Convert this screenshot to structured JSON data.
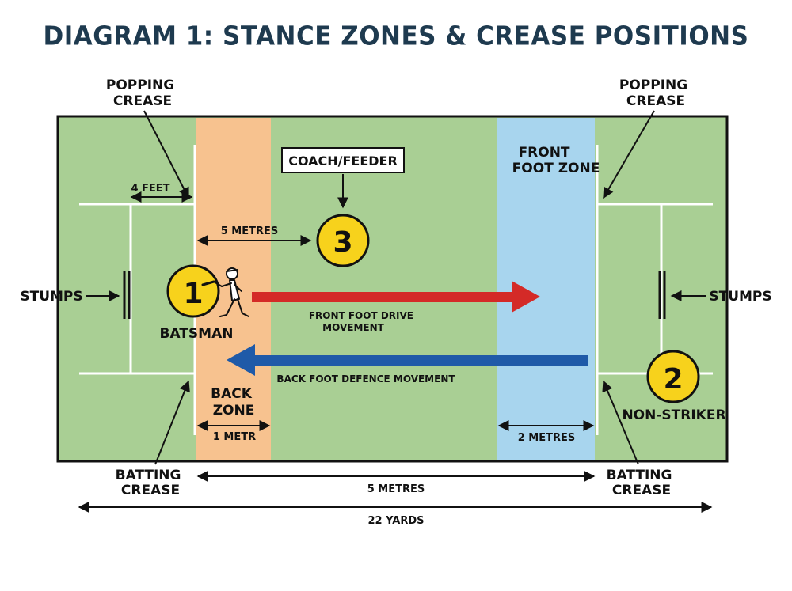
{
  "title": "DIAGRAM 1: STANCE ZONES & CREASE POSITIONS",
  "labels": {
    "popping_crease_left": [
      "POPPING",
      "CREASE"
    ],
    "popping_crease_right": [
      "POPPING",
      "CREASE"
    ],
    "batting_crease_left": [
      "BATTING",
      "CREASE"
    ],
    "batting_crease_right": [
      "BATTING",
      "CREASE"
    ],
    "stumps_left": "STUMPS",
    "stumps_right": "STUMPS",
    "four_feet": "4 FEET",
    "five_metres_top": "5 METRES",
    "coach_feeder": "COACH/FEEDER",
    "front_foot_zone": [
      "FRONT",
      "FOOT ZONE"
    ],
    "back_zone": [
      "BACK",
      "ZONE"
    ],
    "one_metre": "1 METR",
    "two_metres": "2 METRES",
    "front_foot_drive": [
      "FRONT FOOT DRIVE",
      "MOVEMENT"
    ],
    "back_foot_defence": "BACK FOOT DEFENCE MOVEMENT",
    "batsman": "BATSMAN",
    "non_striker": "NON-STRIKER",
    "five_metres_bottom": "5 METRES",
    "twenty_two_yards": "22 YARDS"
  },
  "positions": [
    {
      "number": "1",
      "role": "batsman"
    },
    {
      "number": "2",
      "role": "non-striker"
    },
    {
      "number": "3",
      "role": "coach/feeder"
    }
  ],
  "colors": {
    "pitch": "#a9cf94",
    "back_zone": "#f7c28f",
    "front_foot_zone": "#a8d5ee",
    "forward_arrow": "#d42a27",
    "backward_arrow": "#1f5aa8",
    "marker": "#f7d21c",
    "title": "#1e3a4f"
  }
}
